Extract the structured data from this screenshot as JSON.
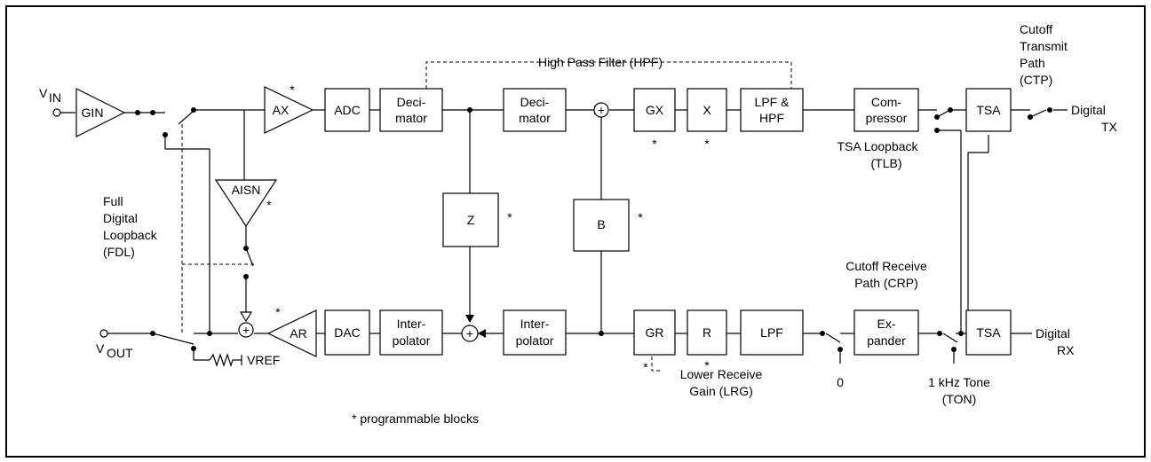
{
  "blocks": {
    "gin": "GIN",
    "ax": "AX",
    "aisn": "AISN",
    "ar": "AR",
    "adc": "ADC",
    "dac": "DAC",
    "decimator1": [
      "Deci-",
      "mator"
    ],
    "decimator2": [
      "Deci-",
      "mator"
    ],
    "interpolator1": [
      "Inter-",
      "polator"
    ],
    "interpolator2": [
      "Inter-",
      "polator"
    ],
    "gx": "GX",
    "x": "X",
    "lpf_hpf": [
      "LPF &",
      "HPF"
    ],
    "compressor": [
      "Com-",
      "pressor"
    ],
    "tsa_tx": "TSA",
    "z": "Z",
    "b": "B",
    "gr": "GR",
    "r": "R",
    "lpf": "LPF",
    "expander": [
      "Ex-",
      "pander"
    ],
    "tsa_rx": "TSA"
  },
  "labels": {
    "vin_main": "V",
    "vin_sub": "IN",
    "vout_main": "V",
    "vout_sub": "OUT",
    "vref": "VREF",
    "hpf": "High Pass Filter (HPF)",
    "ctp": [
      "Cutoff",
      "Transmit",
      "Path",
      "(CTP)"
    ],
    "digital_tx": [
      "Digital",
      "TX"
    ],
    "digital_rx": [
      "Digital",
      "RX"
    ],
    "tlb": [
      "TSA Loopback",
      "(TLB)"
    ],
    "fdl": [
      "Full",
      "Digital",
      "Loopback",
      "(FDL)"
    ],
    "crp": [
      "Cutoff Receive",
      "Path (CRP)"
    ],
    "lrg": [
      "Lower Receive",
      "Gain (LRG)"
    ],
    "zero": "0",
    "ton": [
      "1 kHz Tone",
      "(TON)"
    ],
    "footnote": "* programmable blocks",
    "asterisk": "*",
    "sum": "+"
  }
}
